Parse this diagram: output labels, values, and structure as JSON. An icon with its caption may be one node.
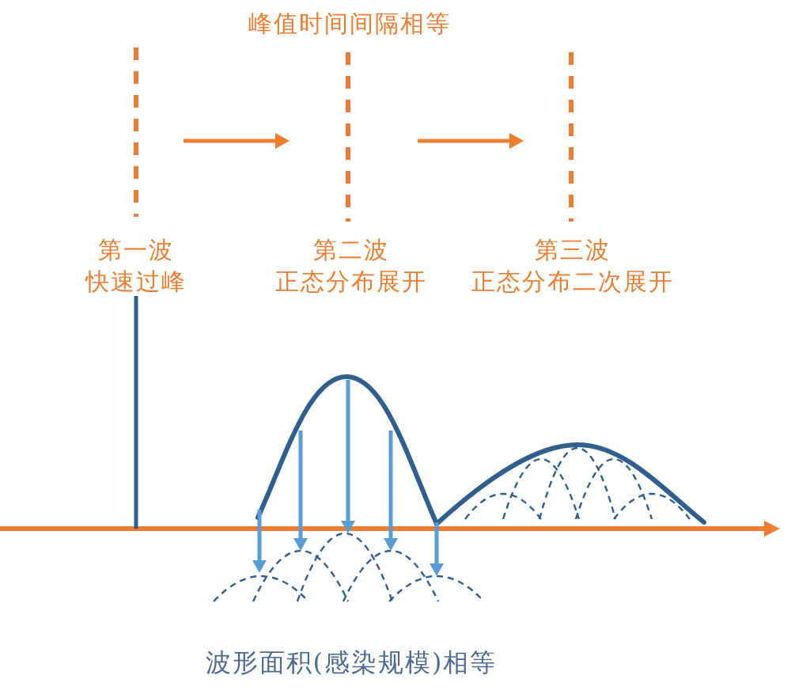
{
  "diagram": {
    "labels": [
      "峰值时间间隔相等",
      "第一波",
      "快速过峰",
      "第二波",
      "正态分布展开",
      "第三波",
      "正态分布二次展开",
      "波形面积(感染规模)相等"
    ]
  }
}
